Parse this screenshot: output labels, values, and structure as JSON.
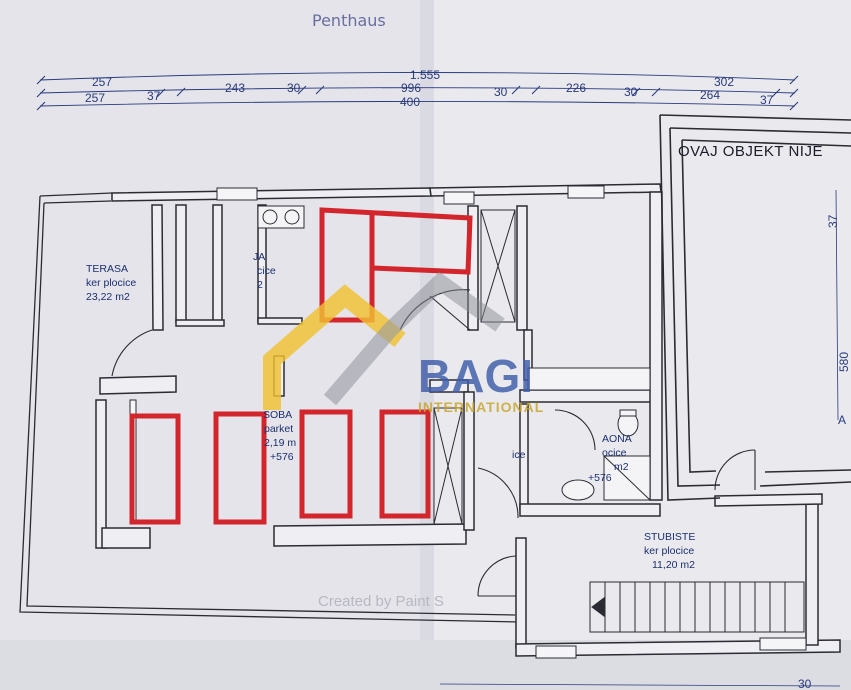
{
  "header": {
    "handwritten_title": "Penthaus",
    "right_note": "OVAJ OBJEKT NIJE"
  },
  "dimensions": {
    "row1": [
      "257",
      "1.555",
      "302"
    ],
    "row2": [
      "257",
      "37",
      "243",
      "30",
      "996",
      "30",
      "226",
      "30",
      "264",
      "37"
    ],
    "row3": [
      "400"
    ],
    "side": [
      "37",
      "580"
    ],
    "bottom": [
      "30"
    ],
    "misc": [
      "+576",
      "+576",
      "A"
    ]
  },
  "rooms": {
    "terasa": {
      "name": "TERASA",
      "floor": "ker plocice",
      "area": "23,22 m2"
    },
    "kuhinja": {
      "name": "JA",
      "floor": "cice",
      "area": "2"
    },
    "soba": {
      "name": "SOBA",
      "floor": "parket",
      "area": "2,19 m"
    },
    "kupaona": {
      "name": "AONA",
      "floor": "ocice",
      "area": "m2"
    },
    "hodnik": {
      "name": "ice"
    },
    "stubiste": {
      "name": "STUBISTE",
      "floor": "ker plocice",
      "area": "11,20 m2"
    }
  },
  "watermark": {
    "brand": "BAGI",
    "sub": "INTERNATIONAL",
    "footer": "Created by Paint S"
  },
  "colors": {
    "paper": "#e9e9ee",
    "wall": "#2b2b33",
    "furniture_red": "#d3262c",
    "dimension_blue": "#2a3b7d",
    "watermark_yellow": "#f1c232",
    "watermark_blue": "#3e5ca8"
  }
}
